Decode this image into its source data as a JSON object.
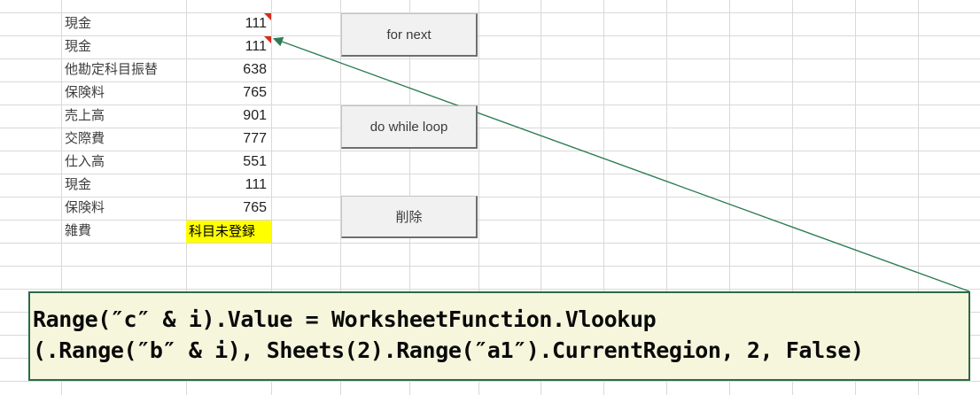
{
  "table": {
    "rows": [
      {
        "name": "現金",
        "value": "111",
        "comment": true
      },
      {
        "name": "現金",
        "value": "111",
        "comment": true
      },
      {
        "name": "他勘定科目振替",
        "value": "638"
      },
      {
        "name": "保険料",
        "value": "765"
      },
      {
        "name": "売上高",
        "value": "901"
      },
      {
        "name": "交際費",
        "value": "777"
      },
      {
        "name": "仕入高",
        "value": "551"
      },
      {
        "name": "現金",
        "value": "111"
      },
      {
        "name": "保険料",
        "value": "765"
      },
      {
        "name": "雑費",
        "value": "科目未登録",
        "highlight": true
      }
    ]
  },
  "buttons": [
    {
      "label": "for next"
    },
    {
      "label": "do while loop"
    },
    {
      "label": "削除"
    }
  ],
  "comment_box": {
    "lines": {
      "0": "Range(″c″ & i).Value = WorksheetFunction.Vlookup",
      "1": "(.Range(″b″ & i), Sheets(2).Range(″a1″).CurrentRegion, 2, False)"
    }
  },
  "colors": {
    "grid-line": "#d9d9d9",
    "highlight": "#ffff00",
    "comment-flag": "#d92b1a",
    "connector": "#2e7d52",
    "comment-box-fill": "#f6f6dd",
    "comment-box-border": "#2a6b45"
  }
}
